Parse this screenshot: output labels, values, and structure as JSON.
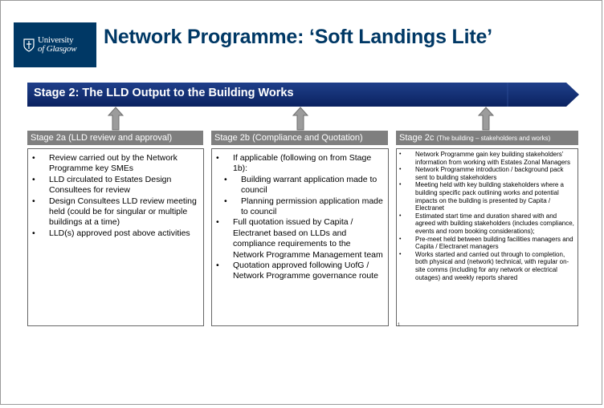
{
  "logo": {
    "line1": "University",
    "line2": "of Glasgow",
    "icon": "university-crest-icon"
  },
  "title": "Network Programme: ‘Soft Landings Lite’",
  "stage_banner": {
    "label": "Stage 2: The LLD Output to the Building Works"
  },
  "columns": [
    {
      "header": "Stage 2a (LLD review and approval)",
      "items": [
        "Review carried out by the Network Programme key SMEs",
        "LLD circulated to Estates Design Consultees for review",
        "Design Consultees LLD review meeting held (could be for singular or multiple buildings at a time)",
        "LLD(s) approved post above activities"
      ]
    },
    {
      "header": "Stage 2b (Compliance and Quotation)",
      "item1": "If applicable (following on from Stage 1b):",
      "sub_items": [
        "Building warrant application made to council",
        "Planning permission application made to council"
      ],
      "item2": "Full quotation issued by Capita / Electranet based on LLDs and compliance requirements to the Network Programme Management team",
      "item3": "Quotation approved following UofG / Network Programme governance route"
    },
    {
      "header_main": "Stage 2c ",
      "header_small": "(The building – stakeholders and works)",
      "items": [
        "Network Programme gain key building stakeholders’ information from working with Estates Zonal Managers",
        "Network Programme introduction / background pack sent to building stakeholders",
        "Meeting held with key building stakeholders where a building specific pack outlining works and potential impacts on the building is presented by Capita / Electranet",
        "Estimated start time and duration shared with and agreed with building stakeholders (includes compliance, events and room booking considerations);",
        "Pre-meet held between building facilities managers and Capita / Electranet managers",
        "Works started and carried out through to completion, both physical and (network) technical, with regular on-site comms (including for any network or electrical outages) and weekly reports shared"
      ]
    }
  ],
  "bullet_char": "•",
  "sub_bullet_char": "•",
  "stray_mark": "1",
  "colors": {
    "brand_navy": "#003865",
    "banner": "#0e2a6b",
    "header_grey": "#7f7f7f",
    "arrow_grey": "#9c9c9c"
  }
}
